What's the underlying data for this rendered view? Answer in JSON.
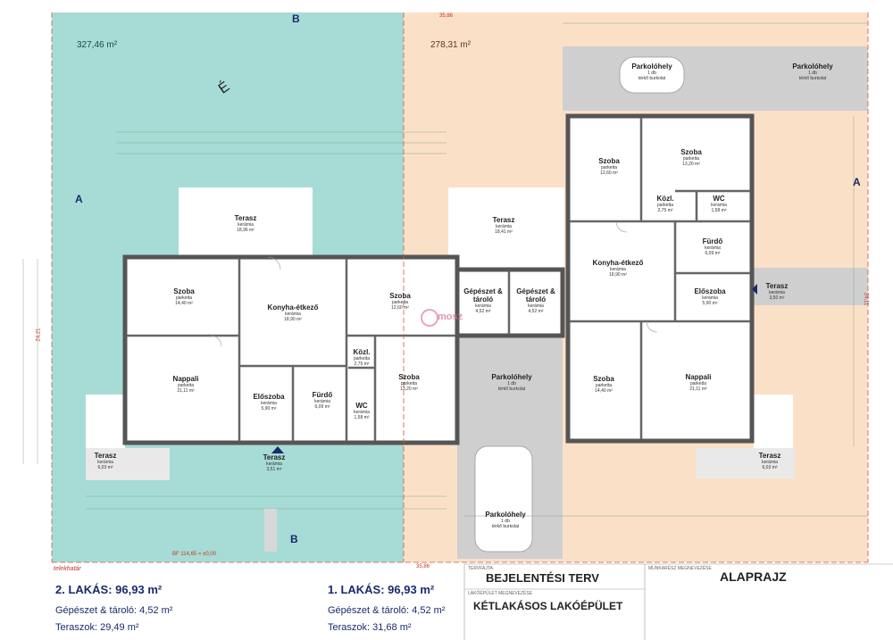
{
  "plot": {
    "area_left": "327,46 m²",
    "area_right": "278,31 m²",
    "label_B_top": "B",
    "label_B_bottom": "B",
    "label_A_left": "A",
    "label_A_right": "A",
    "north": "É",
    "width_dim": "35,86",
    "width_dim_bottom": "35,86",
    "side_dim_left": "24,21",
    "side_dim_right": "24,11",
    "bf_label": "BF 114,65 = ±0,00",
    "telekhatar": "telekhatár",
    "logo": "mosz"
  },
  "rooms_left": [
    {
      "id": "terasz-top",
      "name": "Terasz",
      "sub1": "kerámia",
      "sub2": "18,96 m²"
    },
    {
      "id": "szoba1",
      "name": "Szoba",
      "sub1": "parketta",
      "sub2": "14,40 m²"
    },
    {
      "id": "konyha",
      "name": "Konyha-étkező",
      "sub1": "kerámia",
      "sub2": "18,90 m²"
    },
    {
      "id": "szoba2",
      "name": "Szoba",
      "sub1": "parketta",
      "sub2": "12,60 m²"
    },
    {
      "id": "nappali",
      "name": "Nappali",
      "sub1": "parketta",
      "sub2": "21,11 m²"
    },
    {
      "id": "eloszoba",
      "name": "Előszoba",
      "sub1": "kerámia",
      "sub2": "5,90 m²"
    },
    {
      "id": "furdo",
      "name": "Fürdő",
      "sub1": "kerámia",
      "sub2": "6,09 m²"
    },
    {
      "id": "wc",
      "name": "WC",
      "sub1": "kerámia",
      "sub2": "1,58 m²"
    },
    {
      "id": "kozl",
      "name": "Közl.",
      "sub1": "parketta",
      "sub2": "2,75 m²"
    },
    {
      "id": "szoba3",
      "name": "Szoba",
      "sub1": "parketta",
      "sub2": "13,20 m²"
    },
    {
      "id": "terasz-left",
      "name": "Terasz",
      "sub1": "kerámia",
      "sub2": "6,03 m²"
    },
    {
      "id": "terasz-entry",
      "name": "Terasz",
      "sub1": "kerámia",
      "sub2": "3,51 m²"
    }
  ],
  "rooms_right": [
    {
      "id": "parkolo-top1",
      "name": "Parkolóhely",
      "sub1": "1 db",
      "sub2": "térkő burkolat"
    },
    {
      "id": "parkolo-top2",
      "name": "Parkolóhely",
      "sub1": "1 db",
      "sub2": "térkő burkolat"
    },
    {
      "id": "r-szoba1",
      "name": "Szoba",
      "sub1": "parketta",
      "sub2": "12,60 m²"
    },
    {
      "id": "r-szoba2",
      "name": "Szoba",
      "sub1": "parketta",
      "sub2": "13,20 m²"
    },
    {
      "id": "r-kozl",
      "name": "Közl.",
      "sub1": "parketta",
      "sub2": "2,75 m²"
    },
    {
      "id": "r-wc",
      "name": "WC",
      "sub1": "kerámia",
      "sub2": "1,58 m²"
    },
    {
      "id": "r-terasz-top",
      "name": "Terasz",
      "sub1": "kerámia",
      "sub2": "18,41 m²"
    },
    {
      "id": "r-furdo",
      "name": "Fürdő",
      "sub1": "kerámia",
      "sub2": "6,09 m²"
    },
    {
      "id": "r-konyha",
      "name": "Konyha-étkező",
      "sub1": "kerámia",
      "sub2": "18,90 m²"
    },
    {
      "id": "r-eloszoba",
      "name": "Előszoba",
      "sub1": "kerámia",
      "sub2": "5,90 m²"
    },
    {
      "id": "r-terasz-entry",
      "name": "Terasz",
      "sub1": "kerámia",
      "sub2": "3,50 m²"
    },
    {
      "id": "gep1",
      "name": "Gépészet & tároló",
      "sub1": "kerámia",
      "sub2": "4,52 m²"
    },
    {
      "id": "gep2",
      "name": "Gépészet & tároló",
      "sub1": "kerámia",
      "sub2": "4,52 m²"
    },
    {
      "id": "parkolo-mid",
      "name": "Parkolóhely",
      "sub1": "1 db",
      "sub2": "térkő burkolat"
    },
    {
      "id": "parkolo-bot",
      "name": "Parkolóhely",
      "sub1": "1 db",
      "sub2": "térkő burkolat"
    },
    {
      "id": "r-szoba3",
      "name": "Szoba",
      "sub1": "parketta",
      "sub2": "14,40 m²"
    },
    {
      "id": "r-nappali",
      "name": "Nappali",
      "sub1": "parketta",
      "sub2": "21,11 m²"
    },
    {
      "id": "r-terasz-right",
      "name": "Terasz",
      "sub1": "kerámia",
      "sub2": "6,03 m²"
    }
  ],
  "summary": {
    "lakas2_title": "2. LAKÁS: 96,93 m²",
    "lakas2_gep": "Gépészet & tároló: 4,52 m²",
    "lakas2_terasz": "Teraszok: 29,49 m²",
    "lakas1_title": "1. LAKÁS: 96,93 m²",
    "lakas1_gep": "Gépészet & tároló: 4,52 m²",
    "lakas1_terasz": "Teraszok: 31,68 m²"
  },
  "titleblock": {
    "tervfajta_label": "TERVFAJTA:",
    "tervfajta": "BEJELENTÉSI TERV",
    "munkaresz_label": "MUNKARÉSZ MEGNEVEZÉSE",
    "munkaresz": "ALAPRAJZ",
    "lakoepulet_label": "LAKÓÉPÜLET MEGNEVEZÉSE",
    "lakoepulet": "KÉTLAKÁSOS LAKÓÉPÜLET"
  },
  "colors": {
    "left_plot": "#a6dcd5",
    "right_plot": "#fbe0c8",
    "paving": "#cfcfcf",
    "wall": "#555555",
    "accent_navy": "#1a2a6b"
  }
}
